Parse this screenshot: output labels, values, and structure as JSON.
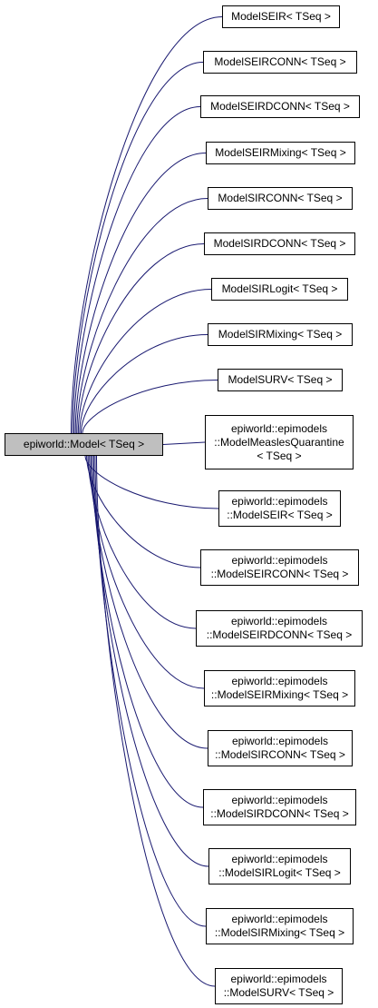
{
  "colors": {
    "edge": "#191970",
    "root_fill": "#bfbfbf",
    "node_fill": "#ffffff",
    "border": "#000000"
  },
  "root": {
    "lines": [
      "epiworld::Model< TSeq >"
    ]
  },
  "children": [
    {
      "lines": [
        "ModelSEIR< TSeq >"
      ]
    },
    {
      "lines": [
        "ModelSEIRCONN< TSeq >"
      ]
    },
    {
      "lines": [
        "ModelSEIRDCONN< TSeq >"
      ]
    },
    {
      "lines": [
        "ModelSEIRMixing< TSeq >"
      ]
    },
    {
      "lines": [
        "ModelSIRCONN< TSeq >"
      ]
    },
    {
      "lines": [
        "ModelSIRDCONN< TSeq >"
      ]
    },
    {
      "lines": [
        "ModelSIRLogit< TSeq >"
      ]
    },
    {
      "lines": [
        "ModelSIRMixing< TSeq >"
      ]
    },
    {
      "lines": [
        "ModelSURV< TSeq >"
      ]
    },
    {
      "lines": [
        "epiworld::epimodels",
        "::ModelMeaslesQuarantine",
        "< TSeq >"
      ]
    },
    {
      "lines": [
        "epiworld::epimodels",
        "::ModelSEIR< TSeq >"
      ]
    },
    {
      "lines": [
        "epiworld::epimodels",
        "::ModelSEIRCONN< TSeq >"
      ]
    },
    {
      "lines": [
        "epiworld::epimodels",
        "::ModelSEIRDCONN< TSeq >"
      ]
    },
    {
      "lines": [
        "epiworld::epimodels",
        "::ModelSEIRMixing< TSeq >"
      ]
    },
    {
      "lines": [
        "epiworld::epimodels",
        "::ModelSIRCONN< TSeq >"
      ]
    },
    {
      "lines": [
        "epiworld::epimodels",
        "::ModelSIRDCONN< TSeq >"
      ]
    },
    {
      "lines": [
        "epiworld::epimodels",
        "::ModelSIRLogit< TSeq >"
      ]
    },
    {
      "lines": [
        "epiworld::epimodels",
        "::ModelSIRMixing< TSeq >"
      ]
    },
    {
      "lines": [
        "epiworld::epimodels",
        "::ModelSURV< TSeq >"
      ]
    }
  ]
}
